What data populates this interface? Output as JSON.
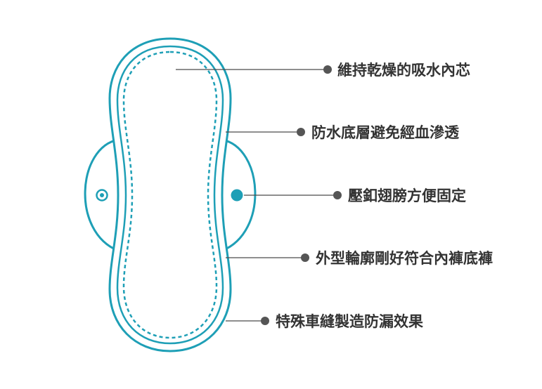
{
  "colors": {
    "outline": "#1e9fb6",
    "accent": "#1e9fb6",
    "line": "#4a4a4a",
    "dot": "#555555",
    "text": "#333333",
    "background": "#ffffff"
  },
  "callouts": [
    {
      "label": "維持乾燥的吸水內芯"
    },
    {
      "label": "防水底層避免經血滲透"
    },
    {
      "label": "壓釦翅膀方便固定"
    },
    {
      "label": "外型輪廓剛好符合內褲底褲"
    },
    {
      "label": "特殊車縫製造防漏效果"
    }
  ]
}
